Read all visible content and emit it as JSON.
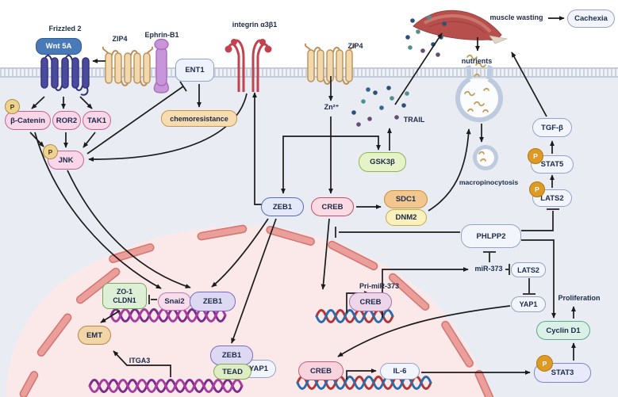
{
  "labels": {
    "frizzled2": "Frizzled 2",
    "zip4_left": "ZIP4",
    "ephrin_b1": "Ephrin-B1",
    "integrin": "integrin α3β1",
    "zip4_center": "ZIP4",
    "zn": "Zn²⁺",
    "trail": "TRAIL",
    "muscle_wasting": "muscle wasting",
    "nutrients": "nutrients",
    "macropinocytosis": "macropinocytosis",
    "mir373": "miR-373",
    "pri_mir373": "Pri-miR-373",
    "proliferation": "Proliferation",
    "itga3": "ITGA3",
    "p": "P"
  },
  "nodes": {
    "wnt5a": "Wnt 5A",
    "ent1": "ENT1",
    "chemoresistance": "chemoresistance",
    "beta_catenin": "β-Catenin",
    "ror2": "ROR2",
    "tak1": "TAK1",
    "jnk": "JNK",
    "gsk3b": "GSK3β",
    "zeb1_cytoplasm": "ZEB1",
    "creb_cytoplasm": "CREB",
    "sdc1": "SDC1",
    "dnm2": "DNM2",
    "cachexia": "Cachexia",
    "tgf_beta": "TGF-β",
    "stat5": "STAT5",
    "lats2_phospho": "LATS2",
    "phlpp2": "PHLPP2",
    "lats2": "LATS2",
    "yap1_cytoplasm": "YAP1",
    "cyclin_d1": "Cyclin D1",
    "stat3": "STAT3",
    "il6": "IL-6",
    "zo1": "ZO-1",
    "cldn1": "CLDN1",
    "snai2": "Snai2",
    "zeb1_nuclear": "ZEB1",
    "emt": "EMT",
    "zeb1_complex": "ZEB1",
    "tead": "TEAD",
    "yap1_complex": "YAP1",
    "creb_nuclear_mir": "CREB",
    "creb_nuclear_il6": "CREB"
  },
  "colors": {
    "cytoplasm": "#e9edf3",
    "nucleus": "#fbe9e9",
    "nuclear_envelope": "#eb9f9b",
    "pink_node": "#f9d7e9",
    "white_node": "#f2f5fb",
    "tan_node": "#f6dcae",
    "green_node": "#e6f2c8",
    "mint_node": "#d9f1e7",
    "orange_p": "#dd9b26",
    "muscle_red": "#b7504d",
    "integrin_red": "#c2434e",
    "receptor_navy": "#4b4b9d",
    "receptor_tan": "#f2d9ad",
    "receptor_purple": "#c795d8",
    "dna_purple_1": "#7b2b8c",
    "dna_purple_2": "#a63d9e",
    "dna_red": "#b23434",
    "dna_blue": "#2d6cab"
  },
  "edges": [
    {
      "from": "ZIP4/Ephrin-B1",
      "to": "Frizzled 2",
      "type": "arrow"
    },
    {
      "from": "Frizzled 2",
      "to": "β-Catenin",
      "type": "arrow"
    },
    {
      "from": "Frizzled 2",
      "to": "ROR2",
      "type": "arrow"
    },
    {
      "from": "Frizzled 2",
      "to": "TAK1",
      "type": "arrow"
    },
    {
      "from": "β-Catenin",
      "to": "JNK",
      "type": "arrow"
    },
    {
      "from": "ROR2",
      "to": "JNK",
      "type": "arrow"
    },
    {
      "from": "TAK1",
      "to": "JNK",
      "type": "arrow"
    },
    {
      "from": "JNK",
      "to": "ENT1",
      "type": "inhibit"
    },
    {
      "from": "ENT1",
      "to": "chemoresistance",
      "type": "arrow"
    },
    {
      "from": "integrin α3β1",
      "to": "JNK",
      "type": "arrow"
    },
    {
      "from": "ZEB1 (cytoplasm)",
      "to": "integrin α3β1",
      "type": "arrow"
    },
    {
      "from": "ZIP4",
      "to": "Zn²⁺",
      "type": "arrow"
    },
    {
      "from": "Zn²⁺",
      "to": "ZEB1 (cytoplasm)",
      "type": "arrow"
    },
    {
      "from": "Zn²⁺",
      "to": "CREB (cytoplasm)",
      "type": "arrow"
    },
    {
      "from": "Zn²⁺",
      "to": "GSK3β",
      "type": "arrow"
    },
    {
      "from": "GSK3β",
      "to": "TRAIL",
      "type": "arrow"
    },
    {
      "from": "TRAIL",
      "to": "muscle",
      "type": "arrow"
    },
    {
      "from": "muscle",
      "to": "nutrients",
      "type": "arrow"
    },
    {
      "from": "macropinosome",
      "to": "vesicle",
      "type": "arrow"
    },
    {
      "from": "SDC1/DNM2",
      "to": "macropinosome",
      "type": "arrow"
    },
    {
      "from": "CREB (cytoplasm)",
      "to": "SDC1/DNM2",
      "type": "arrow"
    },
    {
      "from": "TGF-β",
      "to": "muscle",
      "type": "arrow"
    },
    {
      "from": "STAT5",
      "to": "TGF-β",
      "type": "arrow"
    },
    {
      "from": "LATS2 (P)",
      "to": "STAT5",
      "type": "arrow"
    },
    {
      "from": "PHLPP2",
      "to": "LATS2 (P)",
      "type": "inhibit"
    },
    {
      "from": "PHLPP2",
      "to": "Cyclin D1",
      "type": "arrow"
    },
    {
      "from": "PHLPP2",
      "to": "CREB (cytoplasm)",
      "type": "inhibit"
    },
    {
      "from": "miR-373",
      "to": "PHLPP2",
      "type": "inhibit"
    },
    {
      "from": "miR-373",
      "to": "LATS2",
      "type": "inhibit"
    },
    {
      "from": "LATS2",
      "to": "YAP1",
      "type": "inhibit"
    },
    {
      "from": "YAP1",
      "to": "CREB (nucleus, IL-6)",
      "type": "arrow"
    },
    {
      "from": "Pri-miR-373",
      "to": "miR-373",
      "type": "arrow"
    },
    {
      "from": "CREB (cytoplasm)",
      "to": "CREB (nucleus)",
      "type": "arrow"
    },
    {
      "from": "CREB (nucleus)",
      "to": "Pri-miR-373",
      "type": "transcription"
    },
    {
      "from": "CREB (nucleus)",
      "to": "IL-6",
      "type": "transcription"
    },
    {
      "from": "IL-6",
      "to": "STAT3",
      "type": "arrow"
    },
    {
      "from": "STAT3",
      "to": "Cyclin D1",
      "type": "arrow"
    },
    {
      "from": "Cyclin D1",
      "to": "Proliferation",
      "type": "arrow"
    },
    {
      "from": "muscle wasting",
      "to": "Cachexia",
      "type": "arrow"
    },
    {
      "from": "β-Catenin",
      "to": "Snai2",
      "type": "arrow"
    },
    {
      "from": "JNK",
      "to": "ZEB1 (nucleus)",
      "type": "arrow"
    },
    {
      "from": "ZEB1 (cytoplasm)",
      "to": "ZEB1 (nucleus)",
      "type": "arrow"
    },
    {
      "from": "ZEB1 (cytoplasm)",
      "to": "ZEB1/TEAD/YAP1",
      "type": "arrow"
    },
    {
      "from": "Snai2",
      "to": "ZO-1/CLDN1",
      "type": "inhibit"
    },
    {
      "from": "ZO-1/CLDN1",
      "to": "EMT",
      "type": "arrow"
    },
    {
      "from": "ITGA3",
      "to": "EMT",
      "type": "arrow"
    }
  ]
}
